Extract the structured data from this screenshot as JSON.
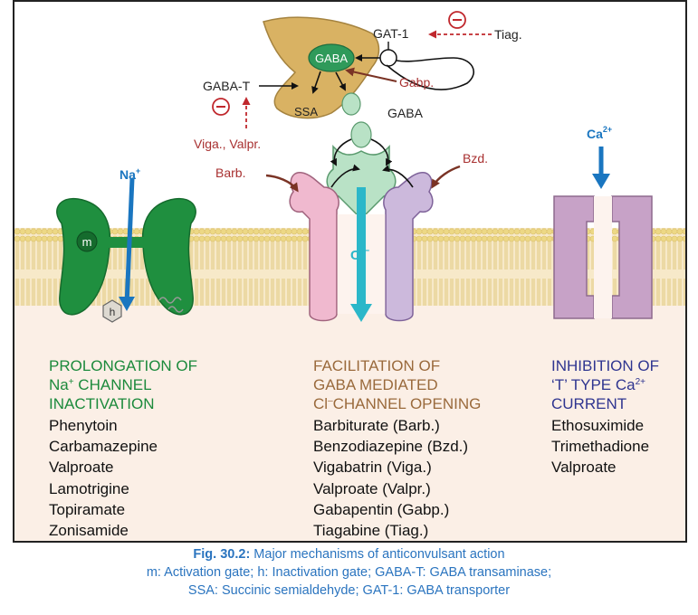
{
  "labels": {
    "gat1": "GAT-1",
    "tiag": "Tiag.",
    "gaba_top": "GABA",
    "gaba_t": "GABA-T",
    "gabp": "Gabp.",
    "ssa": "SSA",
    "gaba_mid": "GABA",
    "viga_valpr": "Viga., Valpr.",
    "barb": "Barb.",
    "bzd": "Bzd.",
    "na": "Na",
    "na_sup": "+",
    "ca": "Ca",
    "ca_sup": "2+",
    "cl": "Cl",
    "cl_sup": "–",
    "m": "m",
    "h": "h",
    "minus": "–"
  },
  "columns": [
    {
      "heading": [
        "PROLONGATION OF",
        "Na",
        "+",
        " CHANNEL",
        "INACTIVATION"
      ],
      "drugs": [
        "Phenytoin",
        "Carbamazepine",
        "Valproate",
        "Lamotrigine",
        "Topiramate",
        "Zonisamide"
      ]
    },
    {
      "heading": [
        "FACILITATION OF",
        "GABA MEDIATED",
        "Cl",
        "–",
        "CHANNEL OPENING"
      ],
      "drugs": [
        "Barbiturate (Barb.)",
        "Benzodiazepine (Bzd.)",
        "Vigabatrin (Viga.)",
        "Valproate (Valpr.)",
        "Gabapentin (Gabp.)",
        "Tiagabine (Tiag.)"
      ]
    },
    {
      "heading": [
        "INHIBITION OF",
        "‘T’ TYPE Ca",
        "2+",
        "CURRENT"
      ],
      "drugs": [
        "Ethosuximide",
        "Trimethadione",
        "Valproate"
      ]
    }
  ],
  "caption": {
    "fig": "Fig. 30.2:",
    "title": " Major mechanisms of anticonvulsant action",
    "line2": "m: Activation gate; h: Inactivation gate; GABA-T: GABA transaminase;",
    "line3": "SSA: Succinic semialdehyde; GAT-1: GABA transporter"
  },
  "colors": {
    "na_channel": "#1f8f3f",
    "gaba_pink": "#f0b9cf",
    "gaba_green": "#b9e2c6",
    "gaba_purple": "#ccb9dc",
    "ca_channel": "#c7a2c7",
    "membrane": "#f0dc96",
    "arrow_blue": "#1a76c0",
    "cl_cyan": "#2bb7c9",
    "drug_red": "#a83030",
    "terminal": "#d9b263"
  }
}
